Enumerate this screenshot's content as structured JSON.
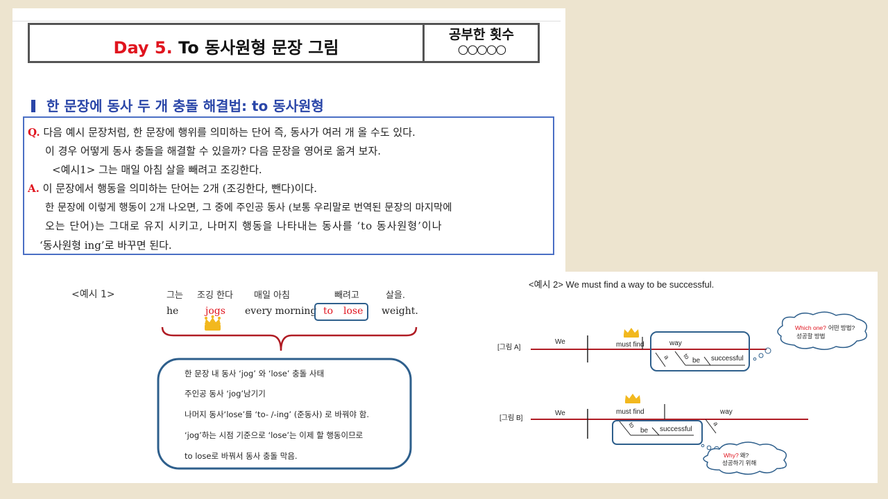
{
  "header": {
    "title_day": "Day 5.",
    "title_rest": "To 동사원형 문장 그림",
    "count_label": "공부한 횟수",
    "count_circles": "○○○○○"
  },
  "section": {
    "heading": "한 문장에 동사 두 개 충돌 해결법: to 동사원형"
  },
  "qa": {
    "q_mark": "Q.",
    "q_line1": "다음 예시 문장처럼, 한 문장에 행위를 의미하는 단어 즉, 동사가 여러 개 올 수도 있다.",
    "q_line2": "이 경우 어떻게 동사 충돌을 해결할 수 있을까? 다음 문장을 영어로 옮겨 보자.",
    "q_line3": "<예시1> 그는 매일 아침 살을 빼려고 조깅한다.",
    "a_mark": "A.",
    "a_line1": "이 문장에서 행동을 의미하는 단어는 2개 (조깅한다, 뺀다)이다.",
    "a_line2": "한 문장에 이렇게 행동이 2개 나오면, 그 중에 주인공 동사 (보통 우리말로 번역된 문장의 마지막에",
    "a_line3": "오는 단어)는 그대로 유지 시키고, 나머지 행동을 나타내는 동사를 ‘to 동사원형’이나",
    "a_line4": "‘동사원형 ing’로 바꾸면 된다."
  },
  "example1": {
    "label": "<예시 1>",
    "korean": [
      "그는",
      "조깅 한다",
      "매일 아침",
      "빼려고",
      "살을."
    ],
    "english": [
      "he",
      "jogs",
      "every morning",
      "to",
      "lose",
      "weight."
    ],
    "notes": [
      "한 문장 내 동사 ‘jog’ 와  ‘lose’ 충돌 사태",
      "주인공 동사 ‘jog’남기기",
      "나머지 동사‘lose’를 ‘to- /-ing’ (준동사) 로 바꿔야 함.",
      "‘jog’하는 시점 기준으로 ‘lose’는 이제 할 행동이므로",
      "to lose로 바꿔서 동사 충돌 막음."
    ]
  },
  "example2": {
    "label": "<예시 2> We must find a way to be successful.",
    "figA": {
      "label": "[그림 A]",
      "subject": "We",
      "verb": "must find",
      "object": "way",
      "article": "a",
      "to": "to",
      "be": "be",
      "complement": "successful",
      "bubble_en": "Which one?",
      "bubble_ko1": "어떤 방법?",
      "bubble_ko2": "성공할 방법"
    },
    "figB": {
      "label": "[그림 B]",
      "subject": "We",
      "verb": "must find",
      "object": "way",
      "article": "a",
      "to": "to",
      "be": "be",
      "complement": "successful",
      "bubble_en": "Why?",
      "bubble_ko1": "왜?",
      "bubble_ko2": "성공하기 위해"
    }
  },
  "colors": {
    "accent_red": "#e0141e",
    "heading_blue": "#2a46a8",
    "box_blue": "#2e5f8c",
    "line_red": "#b01c24",
    "crown": "#f2b81e",
    "background": "#ede4cf"
  }
}
